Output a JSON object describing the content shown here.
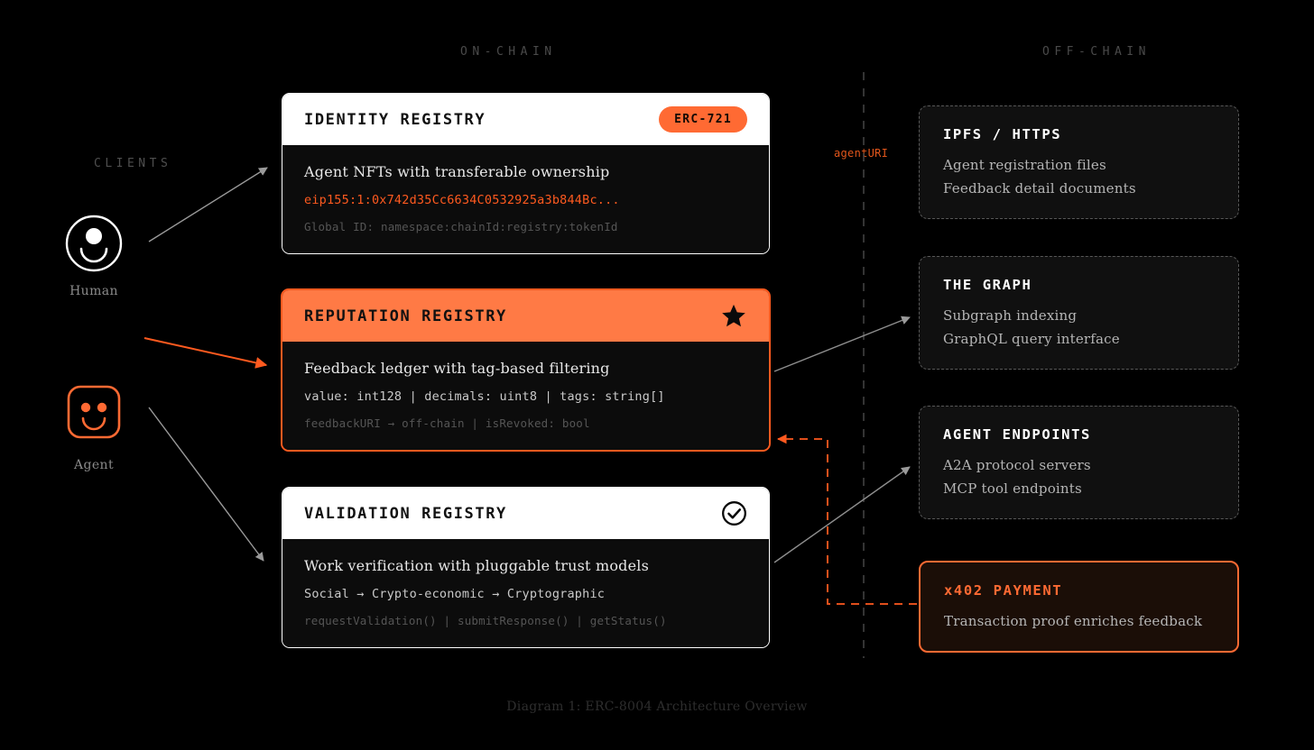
{
  "columns": {
    "onchain_label": "ON-CHAIN",
    "offchain_label": "OFF-CHAIN",
    "clients_label": "CLIENTS"
  },
  "actors": [
    {
      "id": "human",
      "caption": "Human",
      "icon": "human-smiley-circle-icon",
      "color": "#ffffff"
    },
    {
      "id": "agent",
      "caption": "Agent",
      "icon": "agent-smiley-square-icon",
      "color": "#ff6a33"
    }
  ],
  "onchain_cards": [
    {
      "title": "IDENTITY REGISTRY",
      "badge": "ERC-721",
      "icon": null,
      "desc": "Agent NFTs with transferable ownership",
      "code": "eip155:1:0x742d35Cc6634C0532925a3b844Bc...",
      "code_style": "accent",
      "meta": "Global ID: namespace:chainId:registry:tokenId",
      "variant": "light"
    },
    {
      "title": "REPUTATION REGISTRY",
      "badge": null,
      "icon": "star-icon",
      "desc": "Feedback ledger with tag-based filtering",
      "code": "value: int128 | decimals: uint8 | tags: string[]",
      "code_style": "plain",
      "meta": "feedbackURI → off-chain | isRevoked: bool",
      "variant": "accent"
    },
    {
      "title": "VALIDATION REGISTRY",
      "badge": null,
      "icon": "check-circle-icon",
      "desc": "Work verification with pluggable trust models",
      "code": "Social → Crypto-economic → Cryptographic",
      "code_style": "plain",
      "meta": "requestValidation() | submitResponse() | getStatus()",
      "variant": "light"
    }
  ],
  "offchain_cards": [
    {
      "title": "IPFS / HTTPS",
      "lines": [
        "Agent registration files",
        "Feedback detail documents"
      ],
      "variant": "dashed"
    },
    {
      "title": "THE GRAPH",
      "lines": [
        "Subgraph indexing",
        "GraphQL query interface"
      ],
      "variant": "dashed"
    },
    {
      "title": "AGENT ENDPOINTS",
      "lines": [
        "A2A protocol servers",
        "MCP tool endpoints"
      ],
      "variant": "dashed"
    },
    {
      "title": "x402 PAYMENT",
      "lines": [
        "Transaction proof enriches feedback"
      ],
      "variant": "payment"
    }
  ],
  "annotations": {
    "agenturi": "agentURI"
  },
  "caption": "Diagram 1: ERC-8004 Architecture Overview",
  "colors": {
    "background": "#000000",
    "accent": "#ff6a33",
    "accent_strong": "#ff5a1f",
    "card_body": "#0c0c0c",
    "muted_text": "#8a8a8a",
    "dashed_border": "#585858",
    "arrow_gray": "#9a9a9a"
  }
}
